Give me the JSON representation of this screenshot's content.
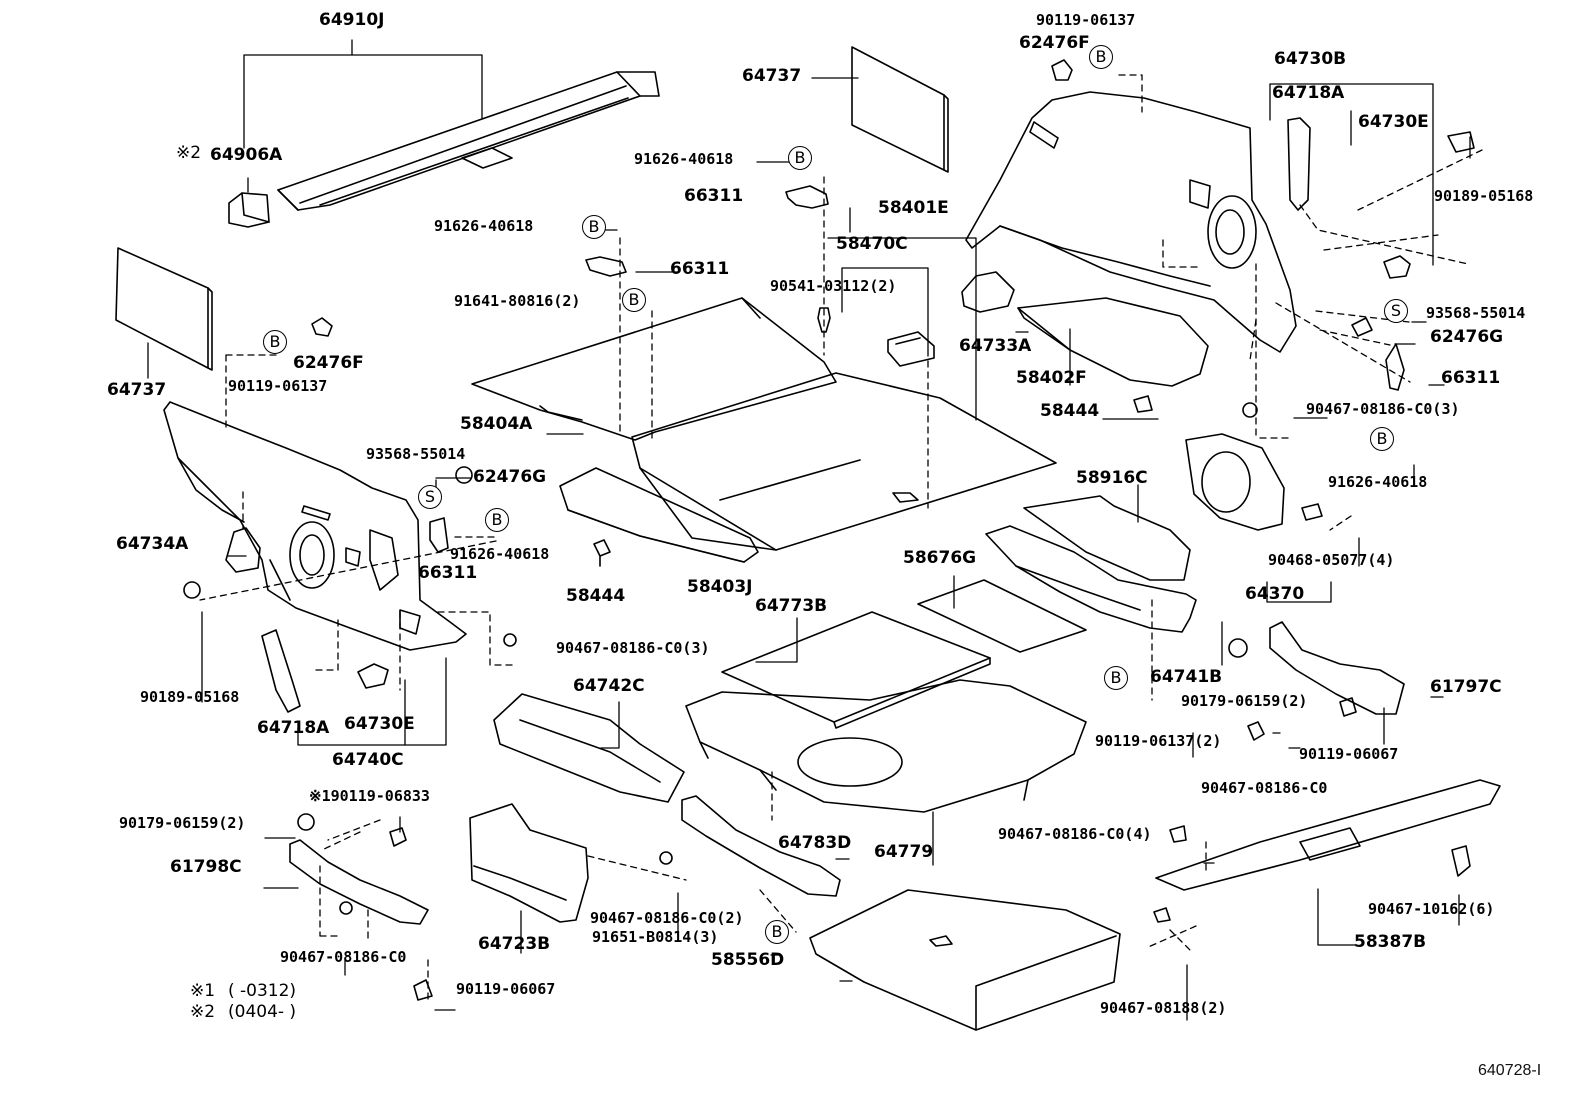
{
  "diagram_code": "640728-I",
  "notes": {
    "note1_mark": "※1",
    "note1_text": "(        -0312)",
    "note2_mark": "※2",
    "note2_text": "(0404-        )"
  },
  "callout_letters": {
    "b": "B",
    "s": "S"
  },
  "parts": [
    "64910J",
    "64906A",
    "※2",
    "64737",
    "64737",
    "90119-06137",
    "62476F",
    "62476F",
    "90119-06137",
    "91626-40618",
    "66311",
    "91626-40618",
    "66311",
    "91641-80816(2)",
    "58401E",
    "58470C",
    "90541-03112(2)",
    "58404A",
    "93568-55014",
    "62476G",
    "64734A",
    "91626-40618",
    "66311",
    "58444",
    "58403J",
    "90189-05168",
    "64718A",
    "64730E",
    "64740C",
    "90467-08186-C0(3)",
    "64742C",
    "64773B",
    "58676G",
    "58916C",
    "64741B",
    "64730B",
    "64718A",
    "64730E",
    "90189-05168",
    "64733A",
    "58402F",
    "58444",
    "93568-55014",
    "62476G",
    "66311",
    "90467-08186-C0(3)",
    "91626-40618",
    "64370",
    "90468-05077(4)",
    "90119-06137(2)",
    "90179-06159(2)",
    "61797C",
    "90119-06067",
    "90467-08186-C0",
    "64779",
    "64783D",
    "90467-08186-C0(4)",
    "90467-10162(6)",
    "58387B",
    "※190119-06833",
    "90179-06159(2)",
    "61798C",
    "90467-08186-C0",
    "90119-06067",
    "64723B",
    "90467-08186-C0(2)",
    "91651-B0814(3)",
    "58556D",
    "90467-08188(2)"
  ]
}
